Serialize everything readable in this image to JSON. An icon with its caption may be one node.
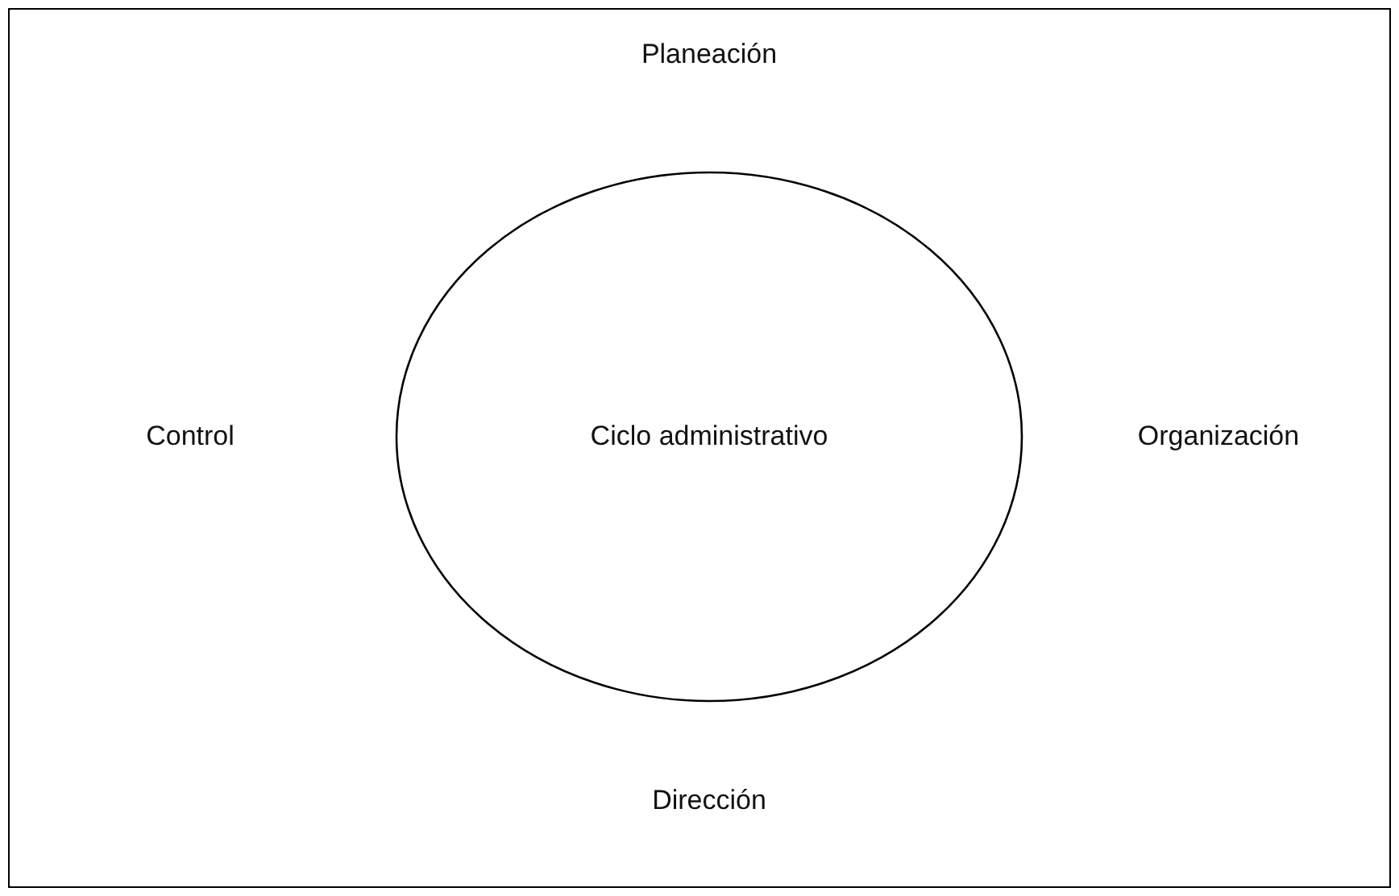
{
  "diagram": {
    "nodes": [
      {
        "text": [
          "Ciclo administrativo"
        ]
      }
    ],
    "labels": [
      "Planeación",
      "Control",
      "Organización",
      "Dirección"
    ]
  }
}
